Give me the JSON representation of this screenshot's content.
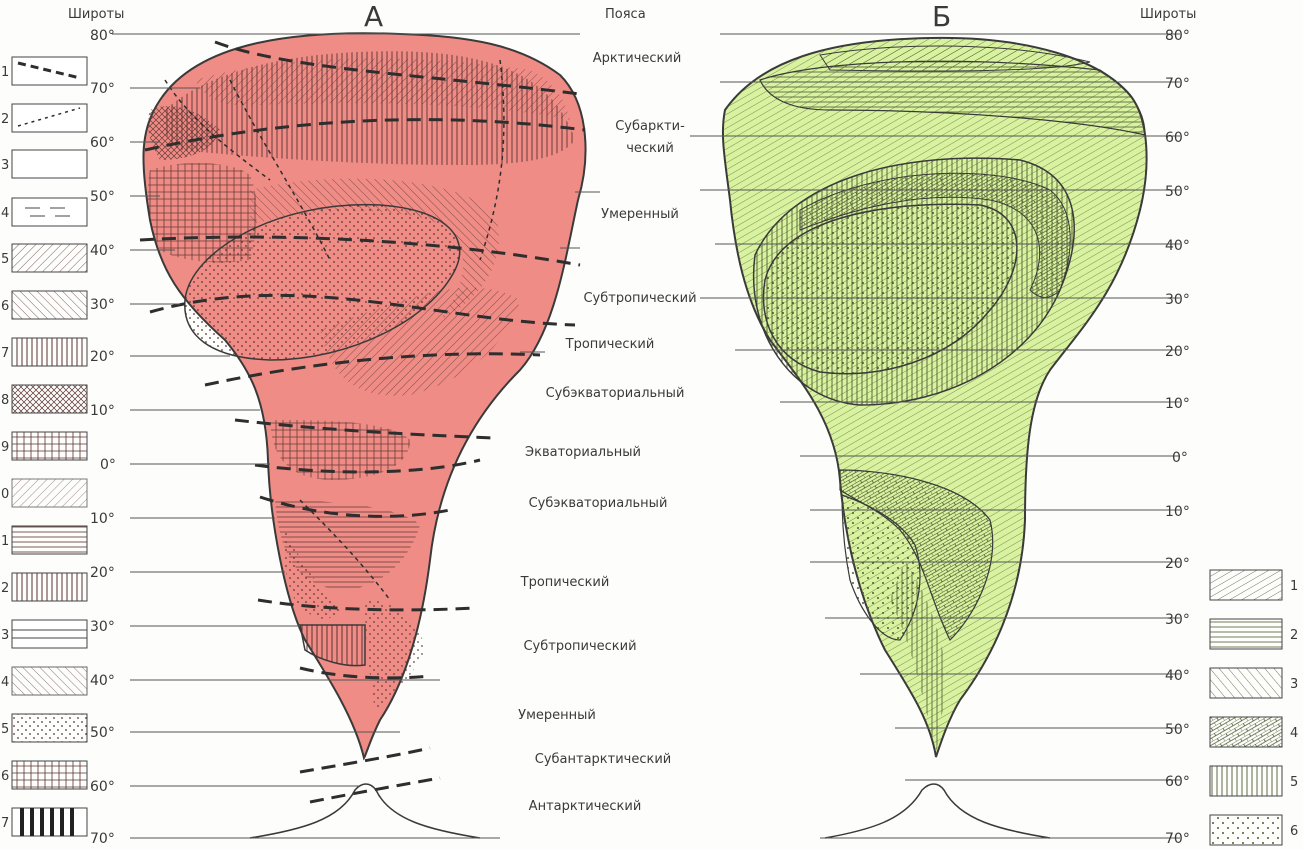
{
  "header": {
    "latitudes_left": "Широты",
    "latitudes_right": "Широты",
    "belts_title": "Пояса",
    "panel_a": "А",
    "panel_b": "Б"
  },
  "latitudes_left": [
    "80°",
    "70°",
    "60°",
    "50°",
    "40°",
    "30°",
    "20°",
    "10°",
    "0°",
    "10°",
    "20°",
    "30°",
    "40°",
    "50°",
    "60°",
    "70°"
  ],
  "latitudes_right": [
    "80°",
    "70°",
    "60°",
    "50°",
    "40°",
    "30°",
    "20°",
    "10°",
    "0°",
    "10°",
    "20°",
    "30°",
    "40°",
    "50°",
    "60°",
    "70°"
  ],
  "belts": [
    "Арктический",
    "Субаркти-",
    "ческий",
    "Умеренный",
    "Субтропический",
    "Тропический",
    "Субэкваториальный",
    "Экваториальный",
    "Субэкваториальный",
    "Тропический",
    "Субтропический",
    "Умеренный",
    "Субантарктический",
    "Антарктический"
  ],
  "legend_left_numbers": [
    "1",
    "2",
    "3",
    "4",
    "5",
    "6",
    "7",
    "8",
    "9",
    "0",
    "1",
    "2",
    "3",
    "4",
    "5",
    "6",
    "7"
  ],
  "legend_right_numbers": [
    "1",
    "2",
    "3",
    "4",
    "5",
    "6"
  ],
  "colors": {
    "panel_a_fill": "#f08c86",
    "panel_b_fill": "#d8f2a0",
    "outline": "#3a3a3a",
    "dash": "#2e2e2e"
  }
}
